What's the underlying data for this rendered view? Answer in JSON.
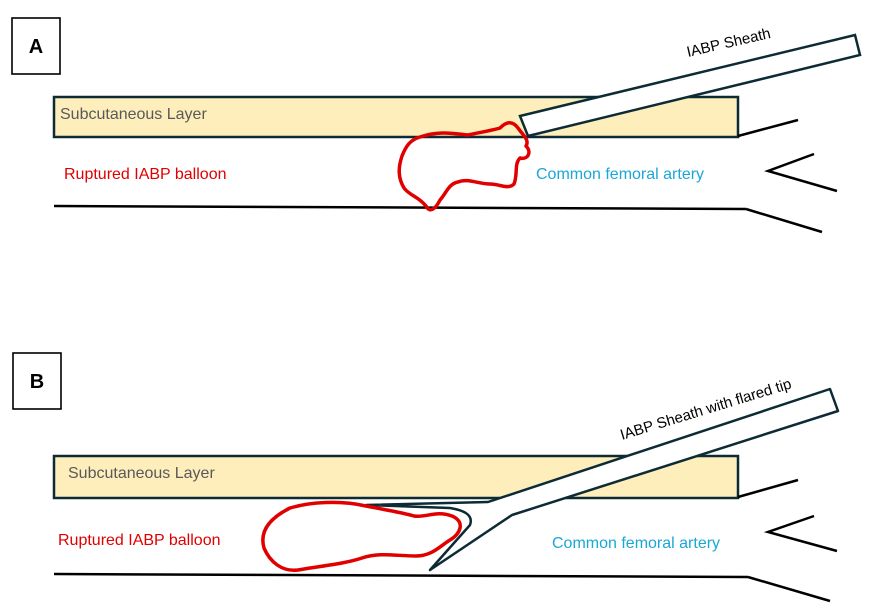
{
  "panel_a": {
    "letter": "A",
    "subcutaneous_label": "Subcutaneous Layer",
    "balloon_label": "Ruptured IABP balloon",
    "artery_label": "Common femoral artery",
    "sheath_label": "IABP Sheath"
  },
  "panel_b": {
    "letter": "B",
    "subcutaneous_label": "Subcutaneous Layer",
    "balloon_label": "Ruptured IABP balloon",
    "artery_label": "Common femoral artery",
    "sheath_label": "IABP Sheath with flared tip"
  },
  "colors": {
    "subcutaneous_fill": "#fdeebc",
    "outline": "#0d2b35",
    "balloon": "#e00000",
    "artery_text": "#1aa7d6"
  }
}
